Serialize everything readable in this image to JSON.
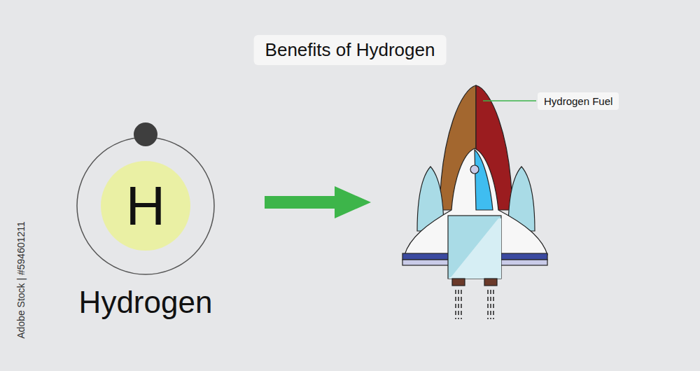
{
  "diagram": {
    "title": "Benefits of Hydrogen",
    "nodes": [
      {
        "text": [
          "H",
          "Hydrogen"
        ]
      },
      {
        "text": [
          "Hydrogen Fuel"
        ]
      }
    ],
    "labels": [
      "Adobe Stock | #594601211"
    ]
  }
}
